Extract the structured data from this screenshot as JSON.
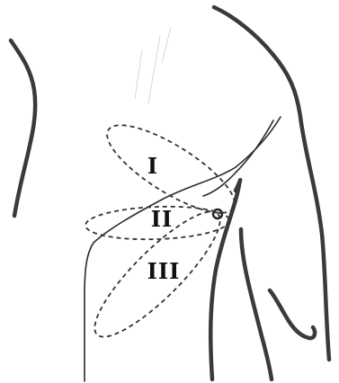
{
  "labels": {
    "level_1": "I",
    "level_2": "II",
    "level_3": "III"
  },
  "colors": {
    "ink": "#333333",
    "background": "#ffffff"
  }
}
